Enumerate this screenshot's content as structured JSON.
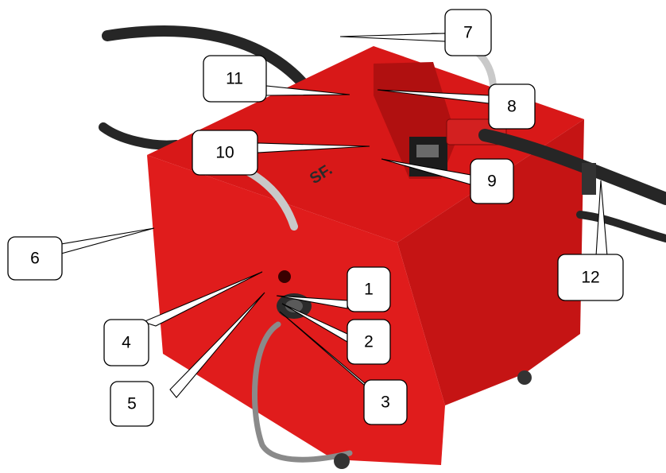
{
  "colors": {
    "box_front": "#e01c1c",
    "box_top": "#d81818",
    "box_side": "#c51414",
    "cable": "#262626",
    "handle": "#c9c9c9",
    "controller": "#b01010"
  },
  "device_label": "SF.",
  "callouts": [
    {
      "id": "1",
      "text": "1"
    },
    {
      "id": "2",
      "text": "2"
    },
    {
      "id": "3",
      "text": "3"
    },
    {
      "id": "4",
      "text": "4"
    },
    {
      "id": "5",
      "text": "5"
    },
    {
      "id": "6",
      "text": "6"
    },
    {
      "id": "7",
      "text": "7"
    },
    {
      "id": "8",
      "text": "8"
    },
    {
      "id": "9",
      "text": "9"
    },
    {
      "id": "10",
      "text": "10"
    },
    {
      "id": "11",
      "text": "11"
    },
    {
      "id": "12",
      "text": "12"
    }
  ]
}
